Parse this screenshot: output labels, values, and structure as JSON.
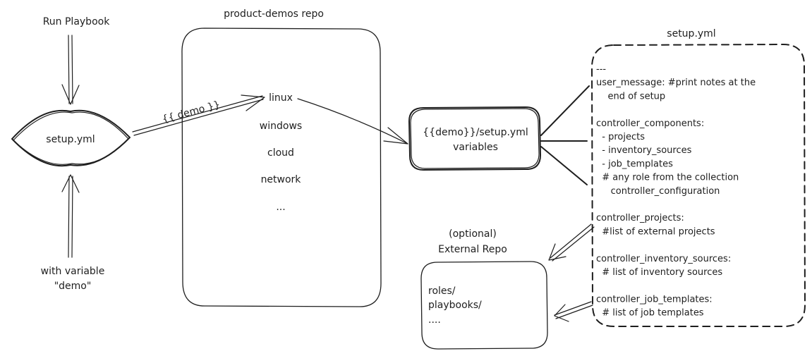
{
  "flow": {
    "run_playbook_label": "Run Playbook",
    "setup_yml_label": "setup.yml",
    "with_variable_line1": "with variable",
    "with_variable_line2": "\"demo\""
  },
  "product_demos_repo": {
    "title": "product-demos repo",
    "items": [
      "linux",
      "windows",
      "cloud",
      "network",
      "..."
    ],
    "arrow_label": "{{ demo }}"
  },
  "variables_box": {
    "line1": "{{demo}}/setup.yml",
    "line2": "variables"
  },
  "setup_yml_panel": {
    "title": "setup.yml",
    "lines": [
      "---",
      "user_message: #print notes at the",
      "    end of setup",
      "",
      "controller_components:",
      "  - projects",
      "  - inventory_sources",
      "  - job_templates",
      "  # any role from the collection",
      "     controller_configuration",
      "",
      "controller_projects:",
      "  #list of external projects",
      "",
      "controller_inventory_sources:",
      "  # list of inventory sources",
      "",
      "controller_job_templates:",
      "  # list of job templates"
    ]
  },
  "external_repo": {
    "title_line1": "(optional)",
    "title_line2": "External Repo",
    "items": [
      "roles/",
      "playbooks/",
      "...."
    ]
  }
}
